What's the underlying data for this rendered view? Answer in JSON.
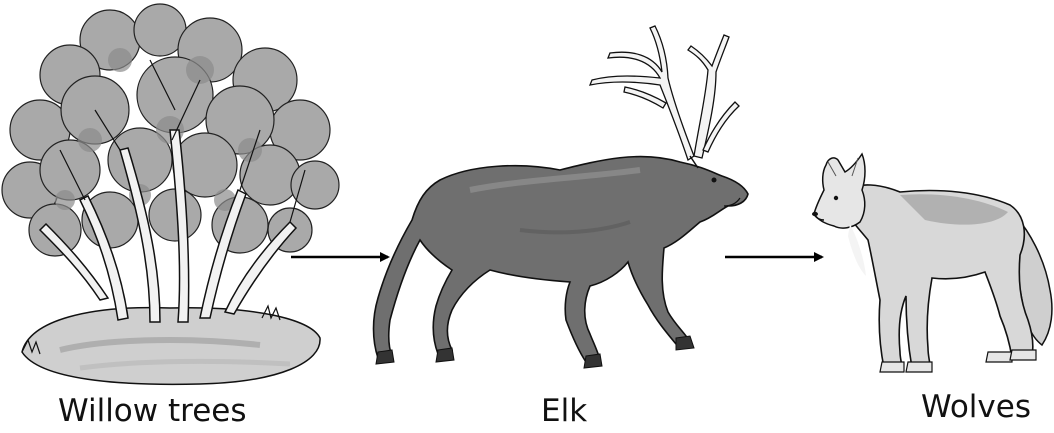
{
  "organisms": [
    {
      "label": "Willow trees",
      "icon": "willow-tree-illustration"
    },
    {
      "label": "Elk",
      "icon": "elk-illustration"
    },
    {
      "label": "Wolves",
      "icon": "wolf-illustration"
    }
  ],
  "arrows": [
    {
      "from": "Willow trees",
      "to": "Elk"
    },
    {
      "from": "Elk",
      "to": "Wolves"
    }
  ],
  "colors": {
    "background": "#ffffff",
    "willow_foliage": "#a9a9a9",
    "willow_trunk": "#f2f2f2",
    "ground": "#cfcfcf",
    "elk_body": "#6f6f6f",
    "wolf_body": "#d8d8d8",
    "outline": "#111111",
    "arrow": "#000000"
  }
}
